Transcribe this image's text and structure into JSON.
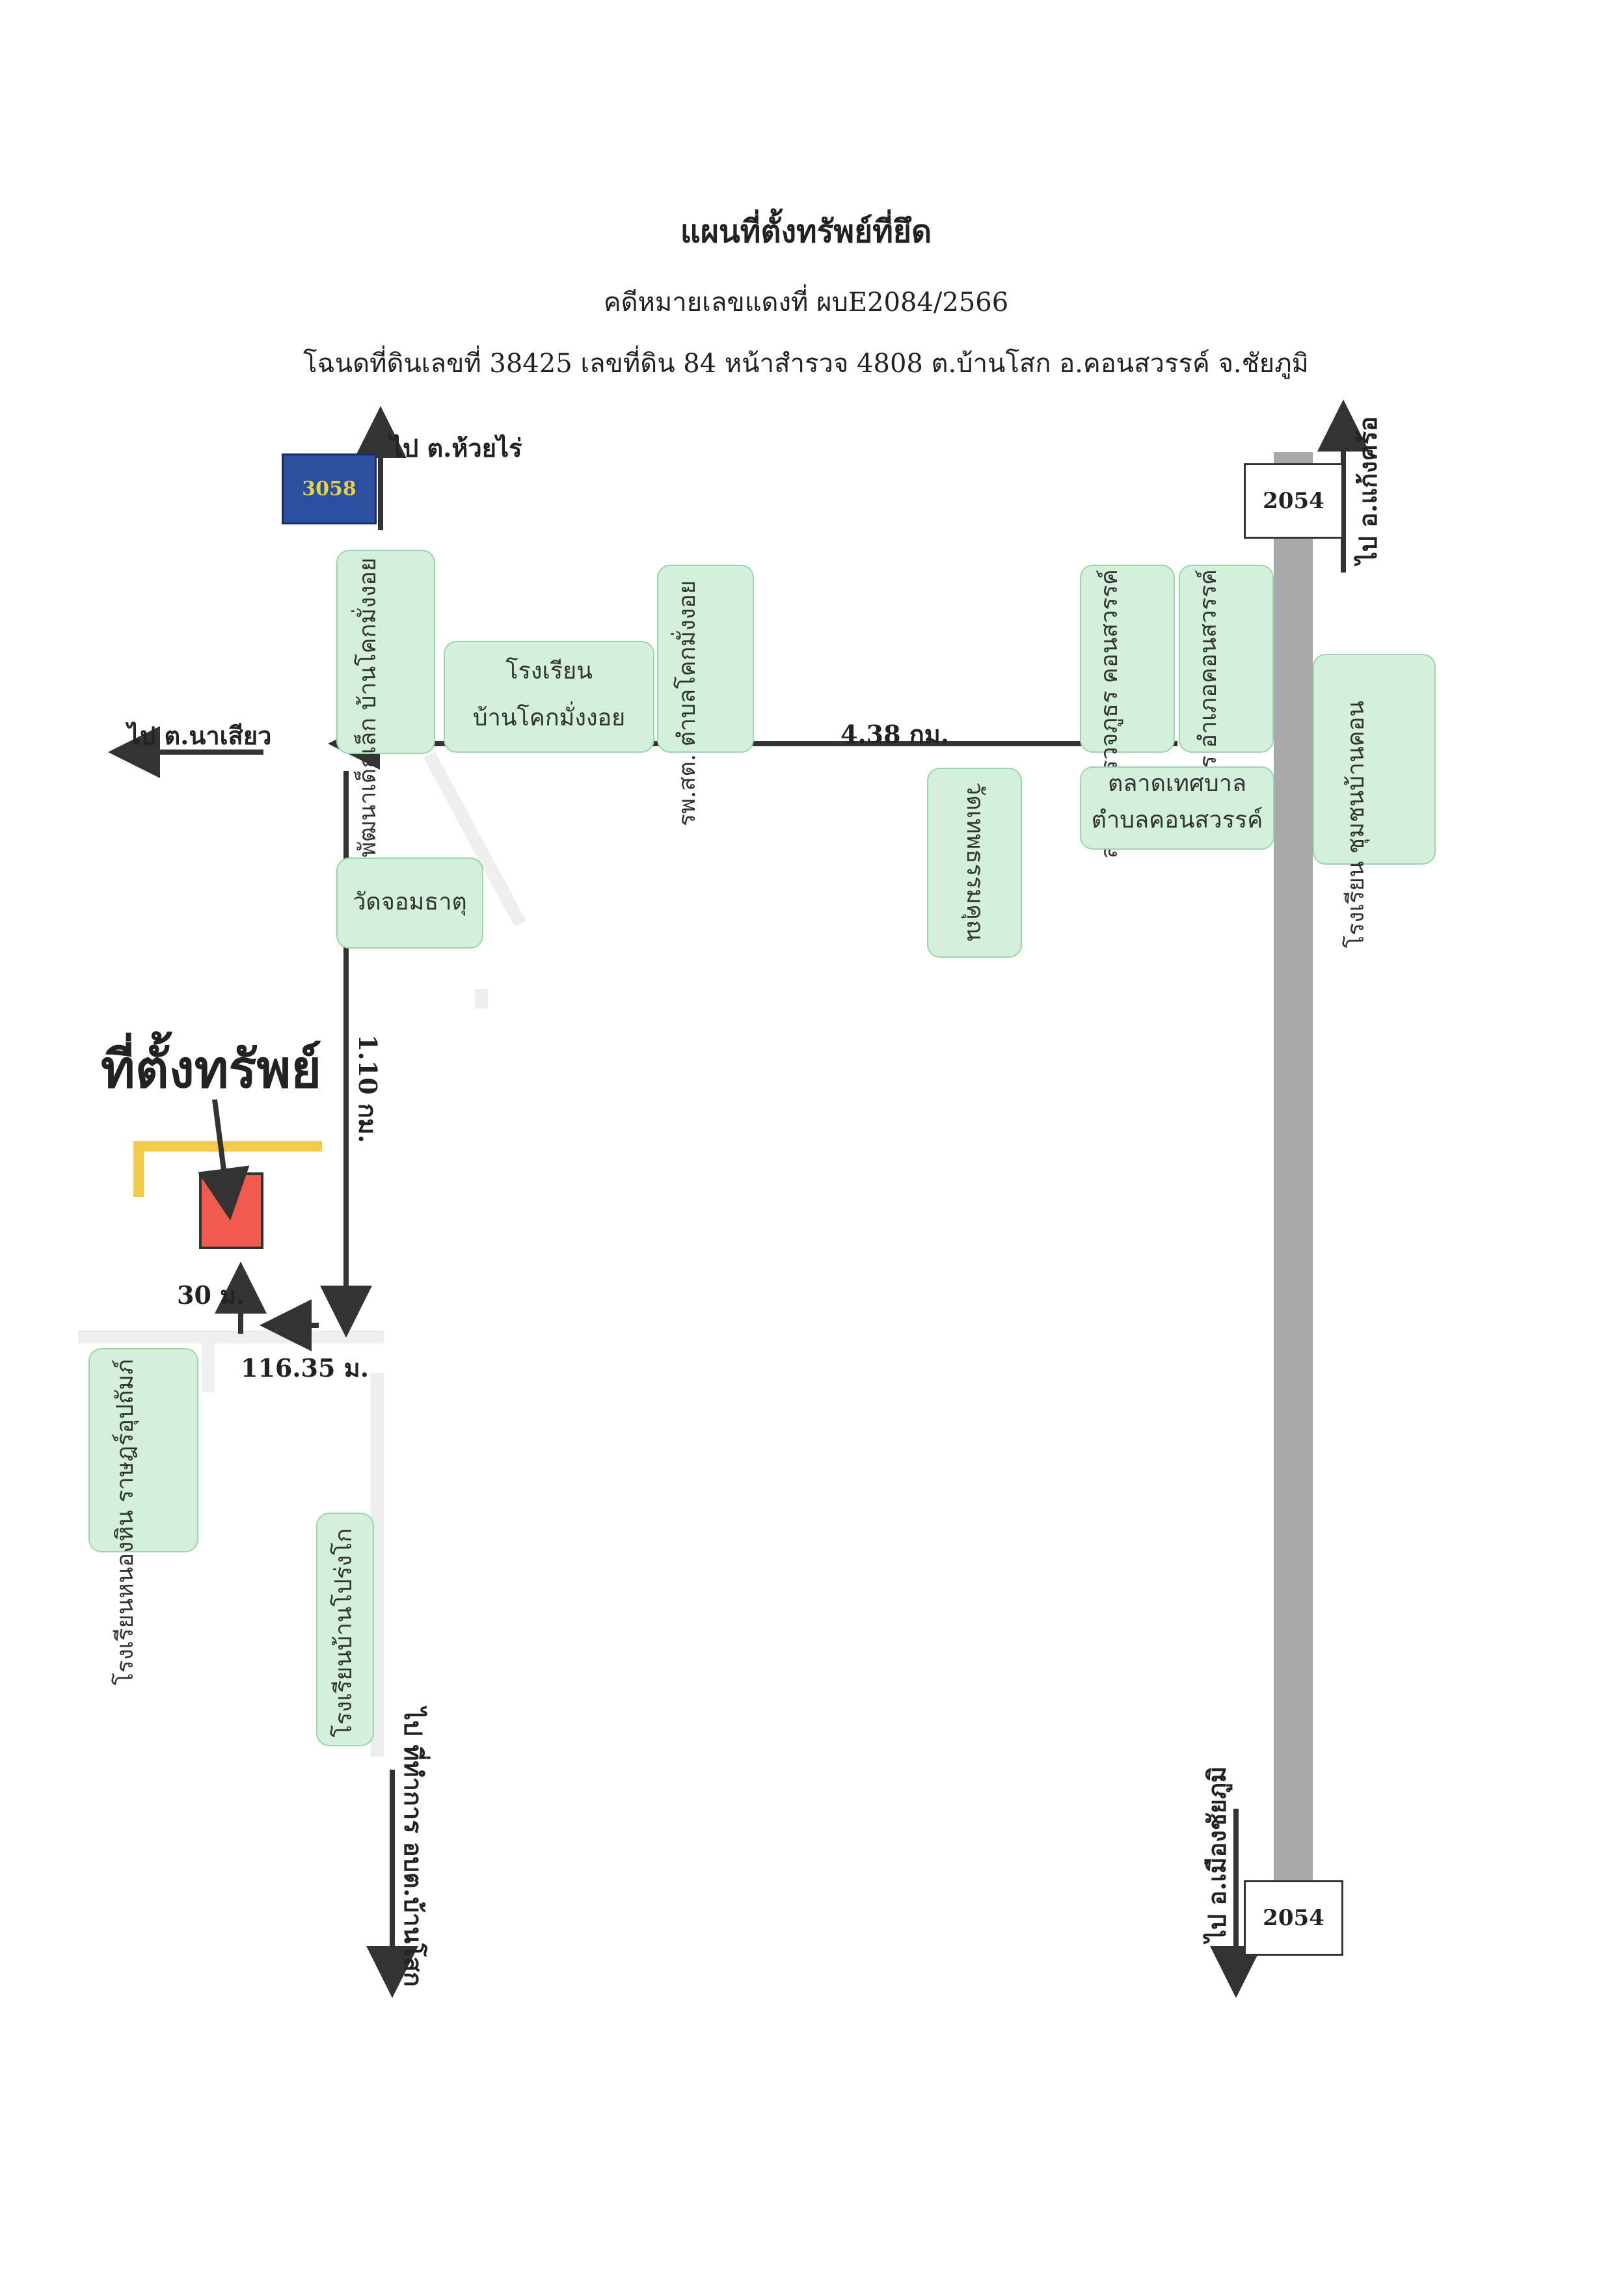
{
  "header": {
    "title": "แผนที่ตั้งทรัพย์ที่ยึด",
    "case": "คดีหมายเลขแดงที่ ผบE2084/2566",
    "deed": "โฉนดที่ดินเลขที่ 38425 เลขที่ดิน 84 หน้าสำรวจ 4808 ต.บ้านโสก อ.คอนสวรรค์ จ.ชัยภูมิ"
  },
  "roads": {
    "road_3058": "3058",
    "road_2054_top": "2054",
    "road_2054_bottom": "2054"
  },
  "directions": {
    "to_huai_rai": "ไป ต.ห้วยไร่",
    "to_na_siao": "ไป ต.นาเสียว",
    "to_kaeng_khro": "ไป อ.แก้งคร้อ",
    "to_chaiyaphum": "ไป อ.เมืองชัยภูมิ",
    "to_sao_ban_sok": "ไป ที่ทำการ อบต.บ้านโสก"
  },
  "distances": {
    "d_4_38": "4.38 กม.",
    "d_1_10": "1.10 กม.",
    "d_30": "30 ม.",
    "d_116": "116.35 ม."
  },
  "property": {
    "label": "ที่ตั้งทรัพย์",
    "marker_color": "#f25a4d",
    "boundary_color": "#f3cc4c"
  },
  "landmarks": {
    "child_center": "ศูนย์พัฒนาเด็กเล็ก บ้านโคกมั่งงอย",
    "school_khok": [
      "โรงเรียน",
      "บ้านโคกมั่งงอย"
    ],
    "hospital": "รพ.สต. ตำบลโคกมั่งงอย",
    "police": "สถานีตำรวจภูธร คอนสวรรค์",
    "district_office": "ที่ว่าการ อำเภอคอนสวรรค์",
    "school_east": "โรงเรียน ชุมชนบ้านคอน",
    "market": [
      "ตลาดเทศบาล",
      "ตำบลคอนสวรรค์"
    ],
    "temple_thep": "วัดเทพธรรมคุณ",
    "temple_chom": "วัดจอมธาตุ",
    "school_nonghin": "โรงเรียนหนองหิน ราษฎร์อุปถัมภ์",
    "school_pongkok": "โรงเรียนบ้านโปร่งโก"
  },
  "colors": {
    "landmark_fill": "#d3f0da",
    "main_road": "#a9a9a9",
    "arrow": "#333333"
  }
}
